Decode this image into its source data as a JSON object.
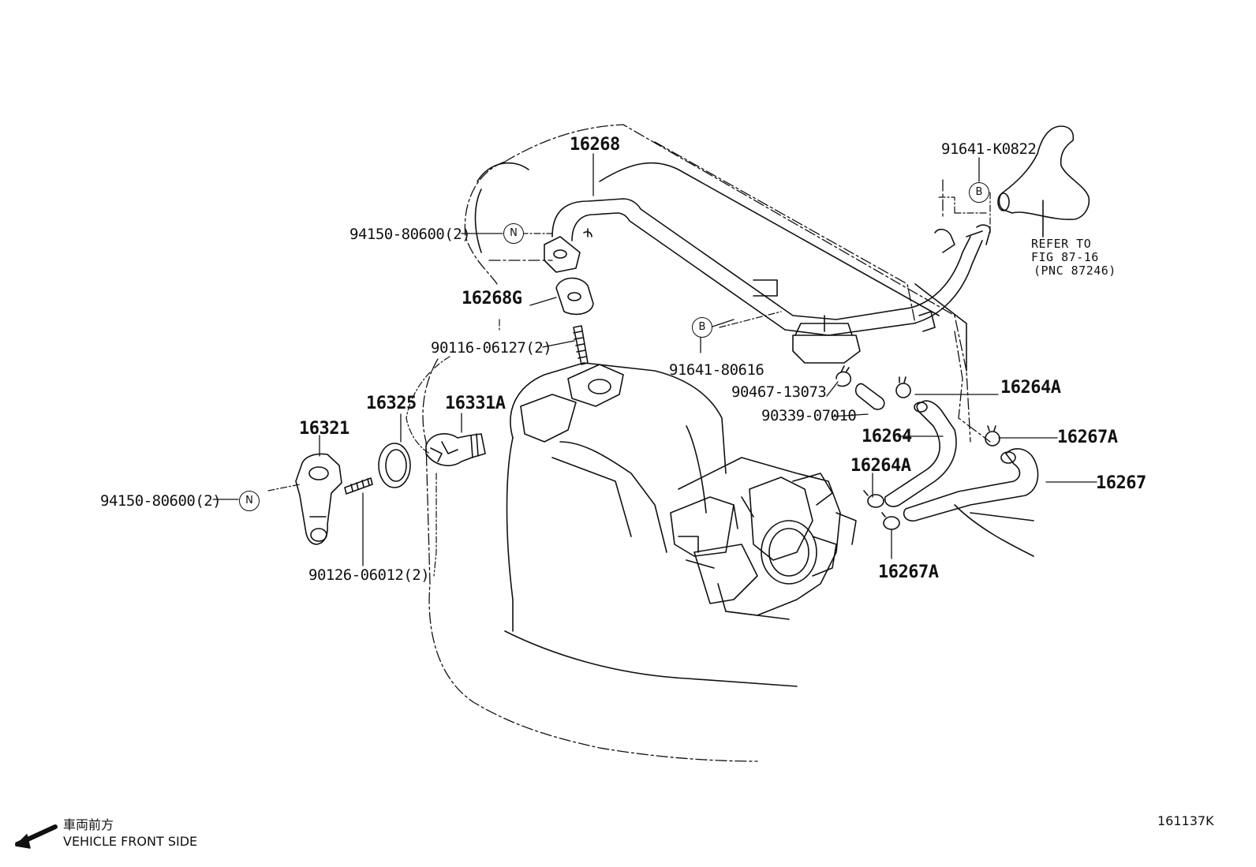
{
  "diagram": {
    "parts": {
      "p16268": "16268",
      "p91641_K0822": "91641-K0822",
      "p94150_top": "94150-80600(2)",
      "p16268G": "16268G",
      "p90116": "90116-06127(2)",
      "p91641_80616": "91641-80616",
      "p90467": "90467-13073",
      "p16264A_top": "16264A",
      "p90339": "90339-07010",
      "p16264": "16264",
      "p16267A_top": "16267A",
      "p16267": "16267",
      "p16264A_low": "16264A",
      "p16267A_low": "16267A",
      "p16325": "16325",
      "p16331A": "16331A",
      "p16321": "16321",
      "p94150_left": "94150-80600(2)",
      "p90126": "90126-06012(2)"
    },
    "refer": {
      "line1": "REFER TO",
      "line2": "FIG 87-16",
      "line3": "(PNC 87246)"
    },
    "markers": {
      "n_symbol": "N",
      "b_symbol": "B"
    },
    "orientation": {
      "japanese": "車両前方",
      "english": "VEHICLE FRONT SIDE"
    },
    "figure_id": "161137K"
  }
}
